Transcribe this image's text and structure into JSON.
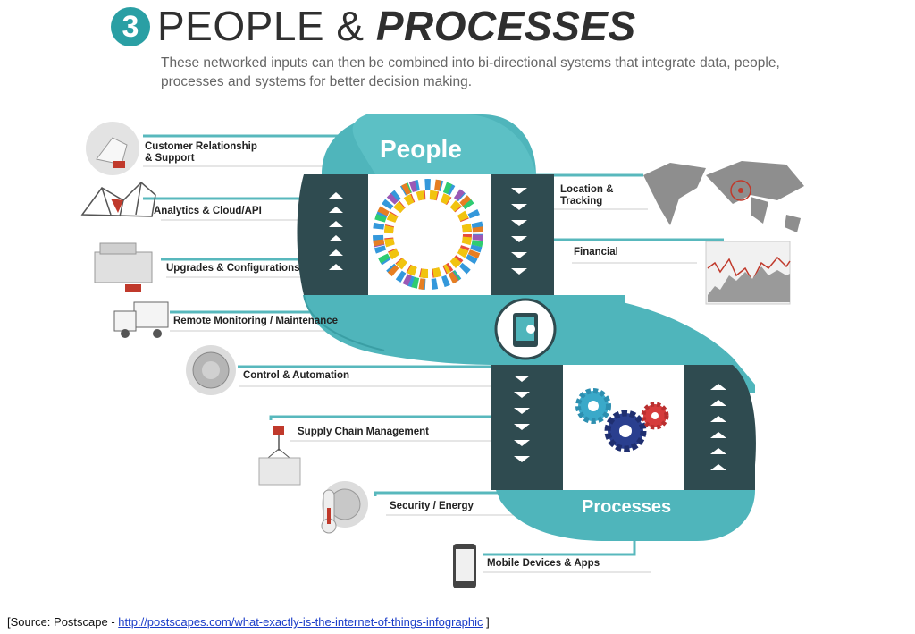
{
  "header": {
    "number": "3",
    "title_part1": "PEOPLE & ",
    "title_part2": "PROCESSES",
    "subtitle": "These networked inputs can then be combined into bi-directional systems that integrate data, people, processes and systems for better decision making."
  },
  "diagram": {
    "people_label": "People",
    "processes_label": "Processes",
    "left_items": [
      {
        "label": "Customer Relationship\n& Support",
        "icon": "crm-icon"
      },
      {
        "label": "Analytics & Cloud/API",
        "icon": "analytics-icon"
      },
      {
        "label": "Upgrades & Configurations",
        "icon": "toolbox-icon"
      },
      {
        "label": "Remote Monitoring / Maintenance",
        "icon": "truck-icon"
      },
      {
        "label": "Control & Automation",
        "icon": "dial-icon"
      },
      {
        "label": "Supply Chain Management",
        "icon": "crane-icon"
      },
      {
        "label": "Security / Energy",
        "icon": "thermostat-icon"
      },
      {
        "label": "Mobile Devices & Apps",
        "icon": "phone-icon"
      }
    ],
    "right_items": [
      {
        "label": "Location &\nTracking",
        "icon": "world-map-icon"
      },
      {
        "label": "Financial",
        "icon": "stock-chart-icon"
      }
    ],
    "colors": {
      "teal": "#4fb5bb",
      "teal_dark": "#3a9ea4",
      "band_dark": "#2f4b50",
      "line": "#58b8bd"
    }
  },
  "source": {
    "prefix": "[Source: Postscape - ",
    "link": "http://postscapes.com/what-exactly-is-the-internet-of-things-infographic",
    "suffix": " ]"
  }
}
